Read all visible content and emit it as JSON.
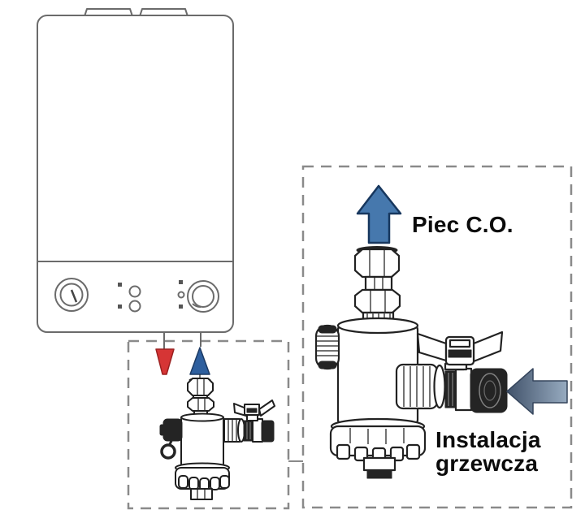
{
  "diagram": {
    "labels": {
      "piec_co": "Piec C.O.",
      "instalacja_line1": "Instalacja",
      "instalacja_line2": "grzewcza"
    },
    "colors": {
      "red_arrow": "#d63535",
      "red_arrow_border": "#9b2020",
      "blue_arrow_small": "#2e5f9e",
      "blue_arrow_small_border": "#1c3a63",
      "blue_arrow_large": "#4678ad",
      "blue_arrow_large_border": "#17375e",
      "steel_arrow_dark": "#41526a",
      "steel_arrow_light": "#97abc0",
      "dashed_border": "#8a8a8a"
    },
    "icons": {
      "red_arrow": "flow-down-arrow-icon",
      "blue_arrow_small": "flow-up-arrow-icon",
      "blue_arrow_large": "flow-to-boiler-arrow-icon",
      "steel_arrow": "flow-from-installation-arrow-icon"
    }
  }
}
